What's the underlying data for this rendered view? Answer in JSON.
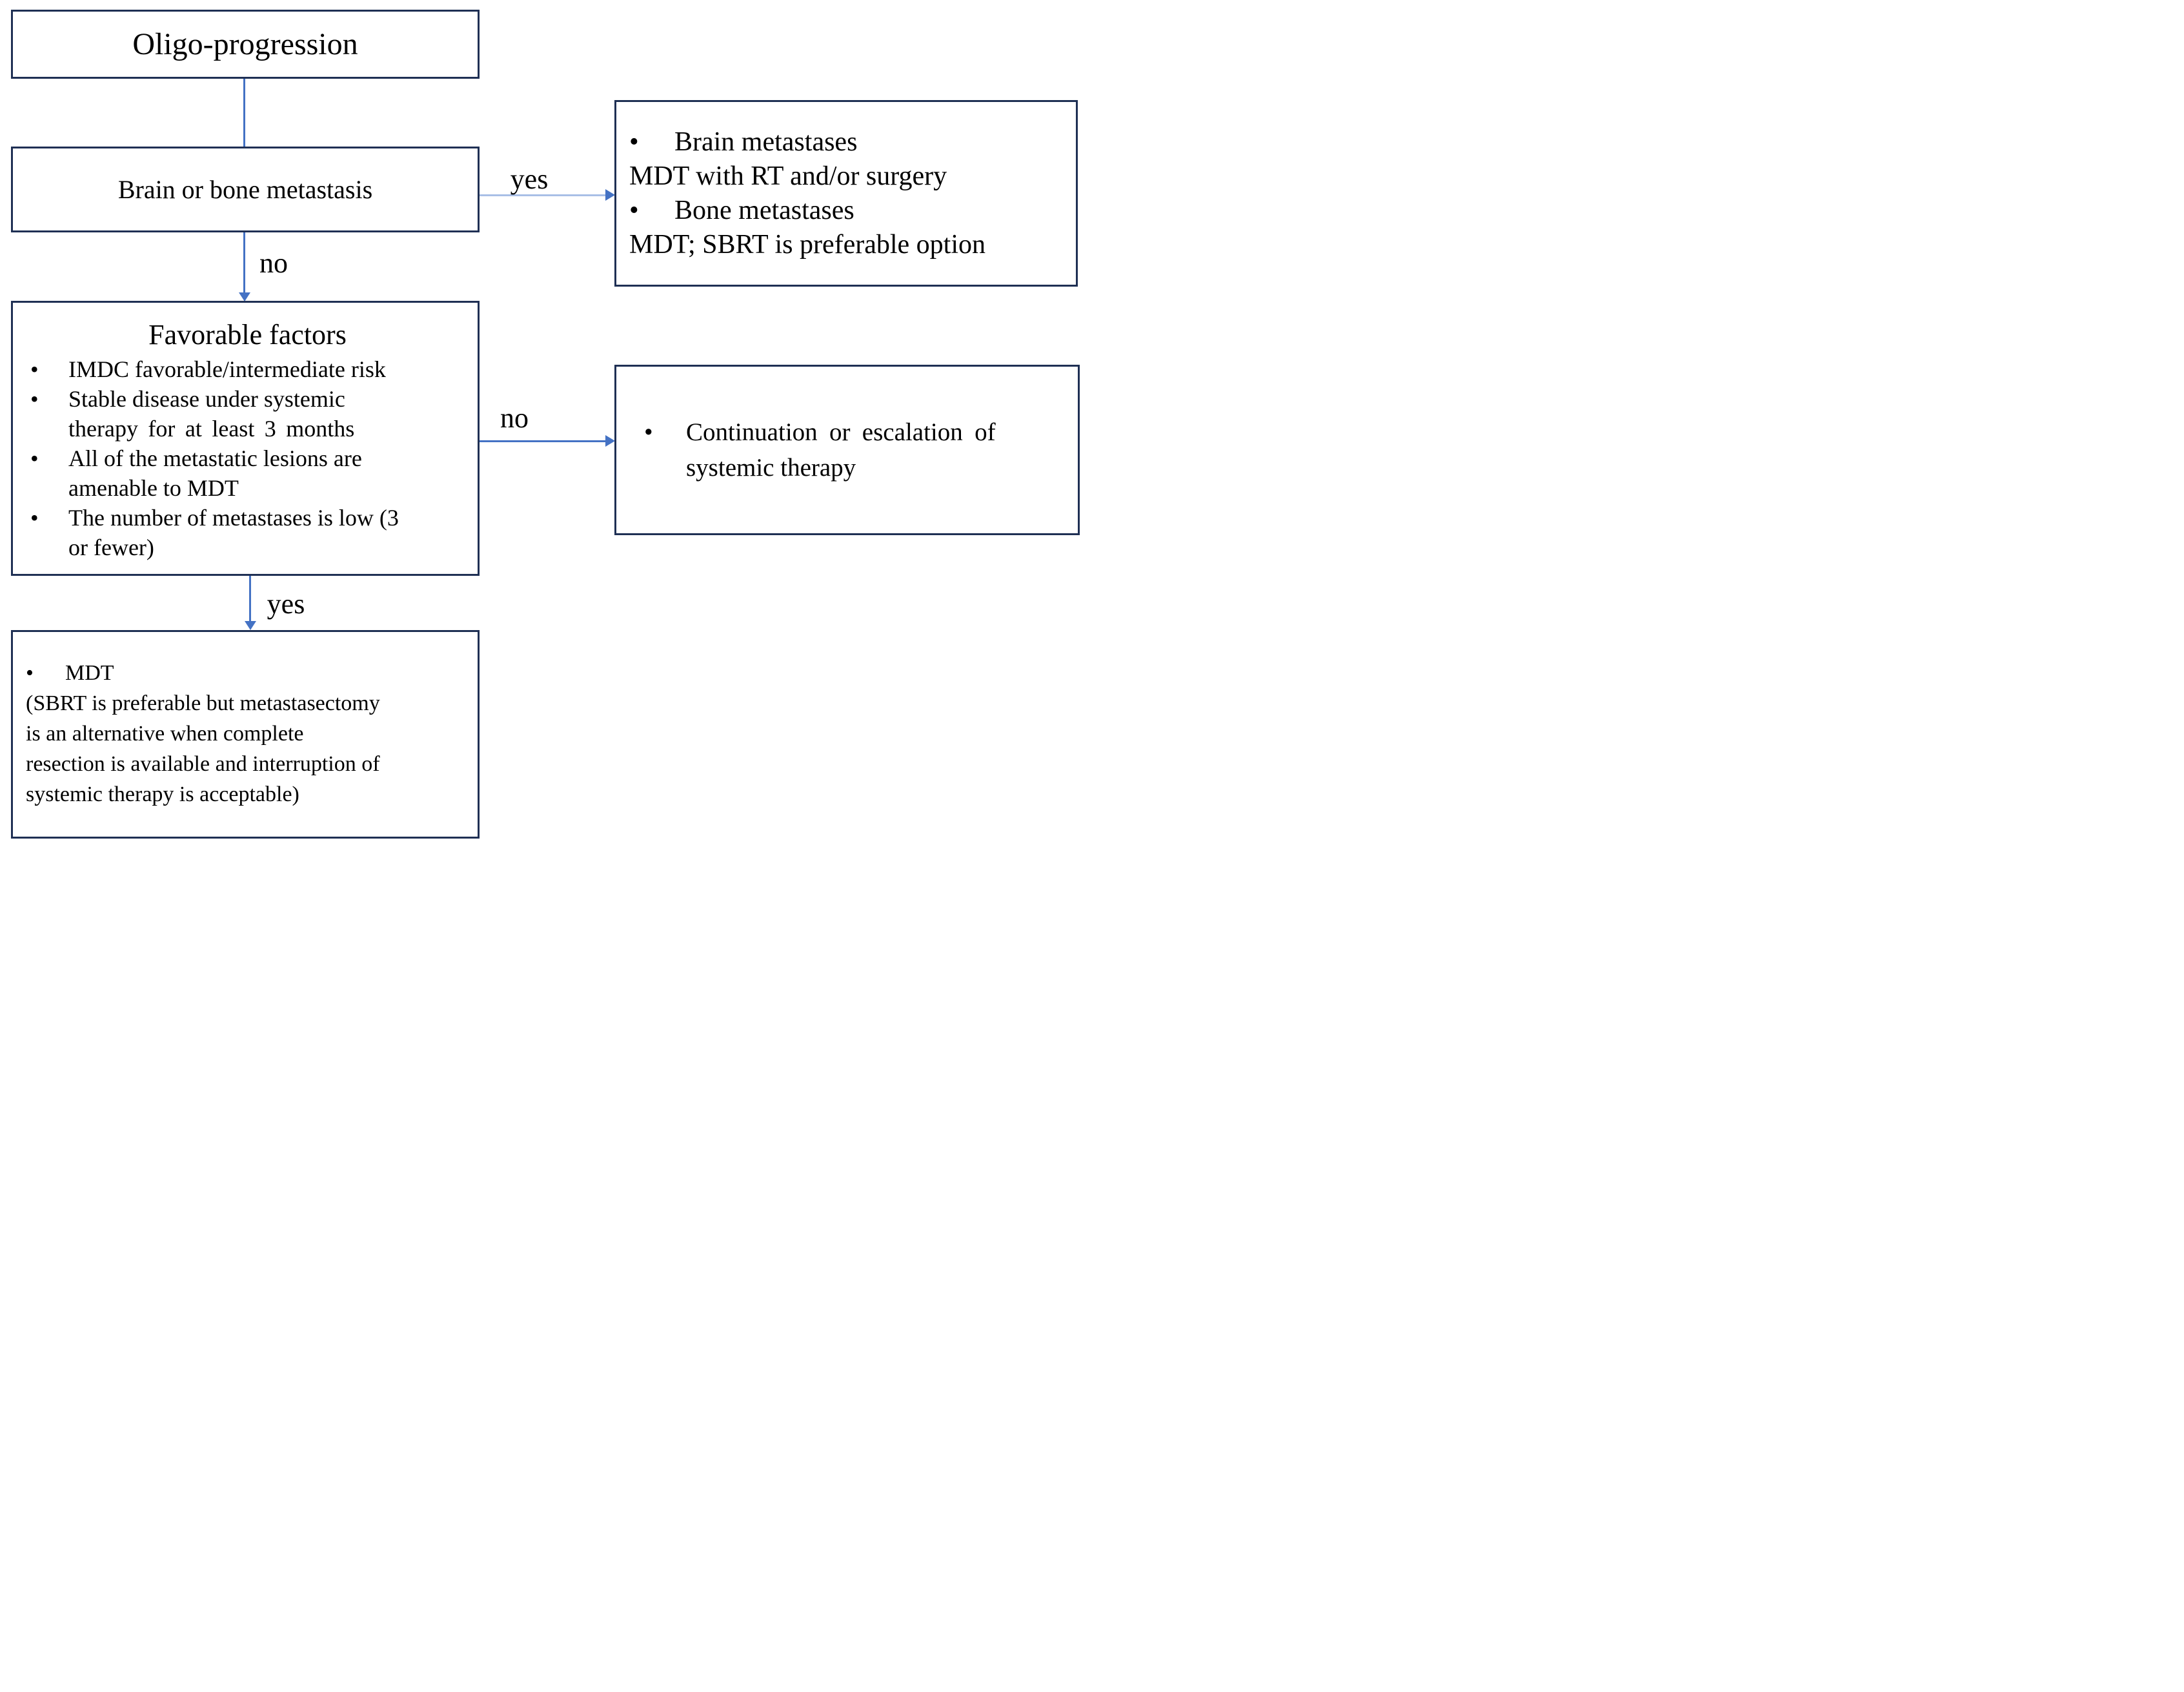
{
  "flowchart": {
    "bullet_glyph": "•",
    "colors": {
      "border": "#1f3054",
      "arrow": "#4472c4",
      "arrow_light": "#a9bfe6"
    },
    "box_oligo": {
      "title": "Oligo-progression"
    },
    "box_brain_bone": {
      "title": "Brain or bone metastasis"
    },
    "box_mets_mdt": {
      "bullet1": "Brain metastases",
      "line1": "MDT with RT and/or surgery",
      "bullet2": "Bone metastases",
      "line2": "MDT; SBRT is preferable option"
    },
    "box_favorable": {
      "title": "Favorable factors",
      "bullet1_line1": "IMDC favorable/intermediate risk",
      "bullet2_line1": "Stable disease under systemic",
      "bullet2_line2": "therapy for at least 3 months",
      "bullet3_line1": "All of the metastatic lesions are",
      "bullet3_line2": "amenable to MDT",
      "bullet4_line1": "The number of metastases is low (3",
      "bullet4_line2": "or fewer)"
    },
    "box_continuation": {
      "bullet1_line1": "Continuation or escalation of",
      "bullet1_line2": "systemic therapy"
    },
    "box_mdt": {
      "bullet1": "MDT",
      "line1": "(SBRT is preferable but metastasectomy",
      "line2": "is an alternative when complete",
      "line3": "resection is available and interruption of",
      "line4": "systemic therapy is acceptable)"
    },
    "edge_labels": {
      "yes_top": "yes",
      "no_top": "no",
      "no_mid": "no",
      "yes_bottom": "yes"
    }
  }
}
